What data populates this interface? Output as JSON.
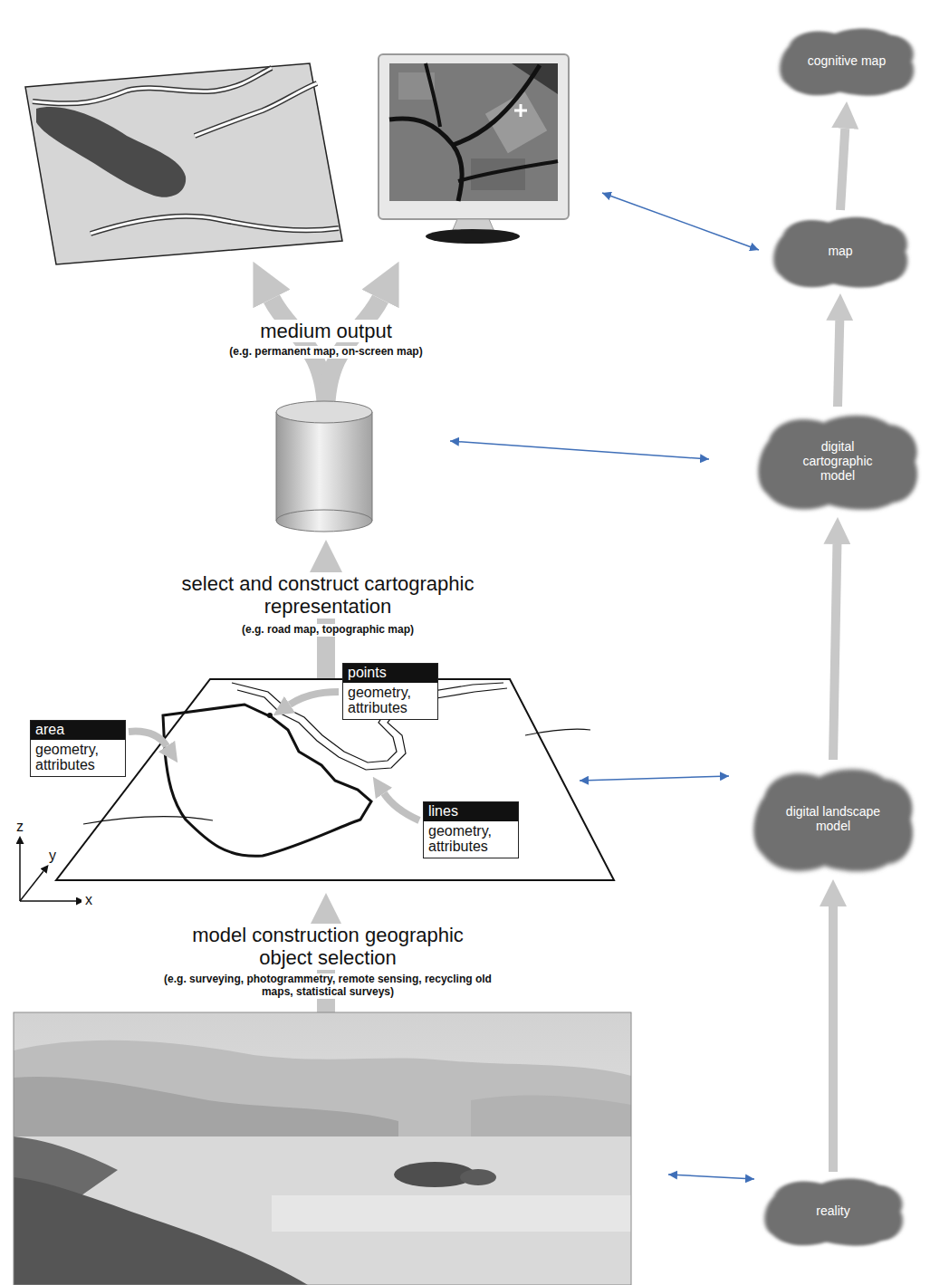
{
  "diagram": {
    "nodes": [
      {
        "text": [
          "cognitive map"
        ]
      },
      {
        "text": [
          "map"
        ]
      },
      {
        "text": [
          "digital cartographic model"
        ]
      },
      {
        "text": [
          "points",
          "geometry, attributes"
        ]
      },
      {
        "text": [
          "area",
          "geometry, attributes"
        ]
      },
      {
        "text": [
          "lines",
          "geometry, attributes"
        ]
      },
      {
        "text": [
          "digital landscape model"
        ]
      },
      {
        "text": [
          "reality"
        ]
      }
    ],
    "edges": [
      {
        "from": 7,
        "to": 6,
        "arrow": "to"
      },
      {
        "from": 6,
        "to": 2,
        "arrow": "to"
      },
      {
        "from": 2,
        "to": 1,
        "arrow": "to"
      },
      {
        "from": 1,
        "to": 0,
        "arrow": "to"
      }
    ],
    "labels": [
      "medium output",
      "(e.g. permanent map, on-screen map)",
      "select and construct cartographic representation",
      "(e.g. road map, topographic map)",
      "z",
      "y",
      "x",
      "model construction geographic object selection",
      "(e.g. surveying, photogrammetry, remote sensing, recycling old maps, statistical surveys)"
    ]
  }
}
